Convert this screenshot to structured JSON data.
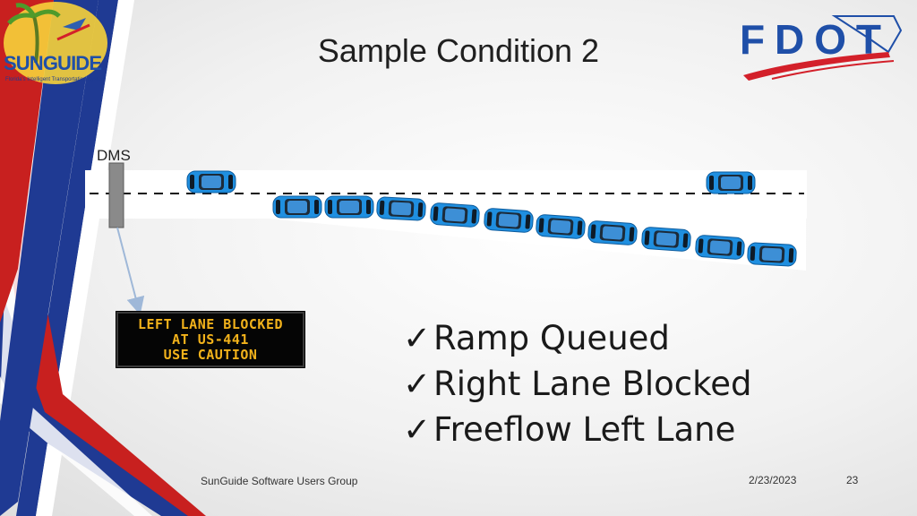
{
  "slide": {
    "title": "Sample Condition 2",
    "dms_label": "DMS",
    "footer_text": "SunGuide Software Users Group",
    "date": "2/23/2023",
    "page_number": "23"
  },
  "dms_message": [
    "LEFT LANE BLOCKED",
    "AT US-441",
    "USE CAUTION"
  ],
  "conditions": [
    {
      "check": "✓",
      "text": "Ramp Queued"
    },
    {
      "check": "✓",
      "text": "Right Lane Blocked"
    },
    {
      "check": "✓",
      "text": "Freeflow Left Lane"
    }
  ],
  "logos": {
    "sunguide": "SUNGUIDE",
    "sunguide_tagline": "Florida's Intelligent Transportation System",
    "fdot": "FDOT"
  },
  "colors": {
    "band_blue": "#1f3a93",
    "band_red": "#c8201f",
    "car_blue": "#1f8fe0",
    "dms_text": "#f2b21b",
    "fdot_blue": "#1f4fa8",
    "fdot_red": "#d3202a"
  },
  "icons": {
    "car": "car-icon",
    "check": "check-icon"
  }
}
